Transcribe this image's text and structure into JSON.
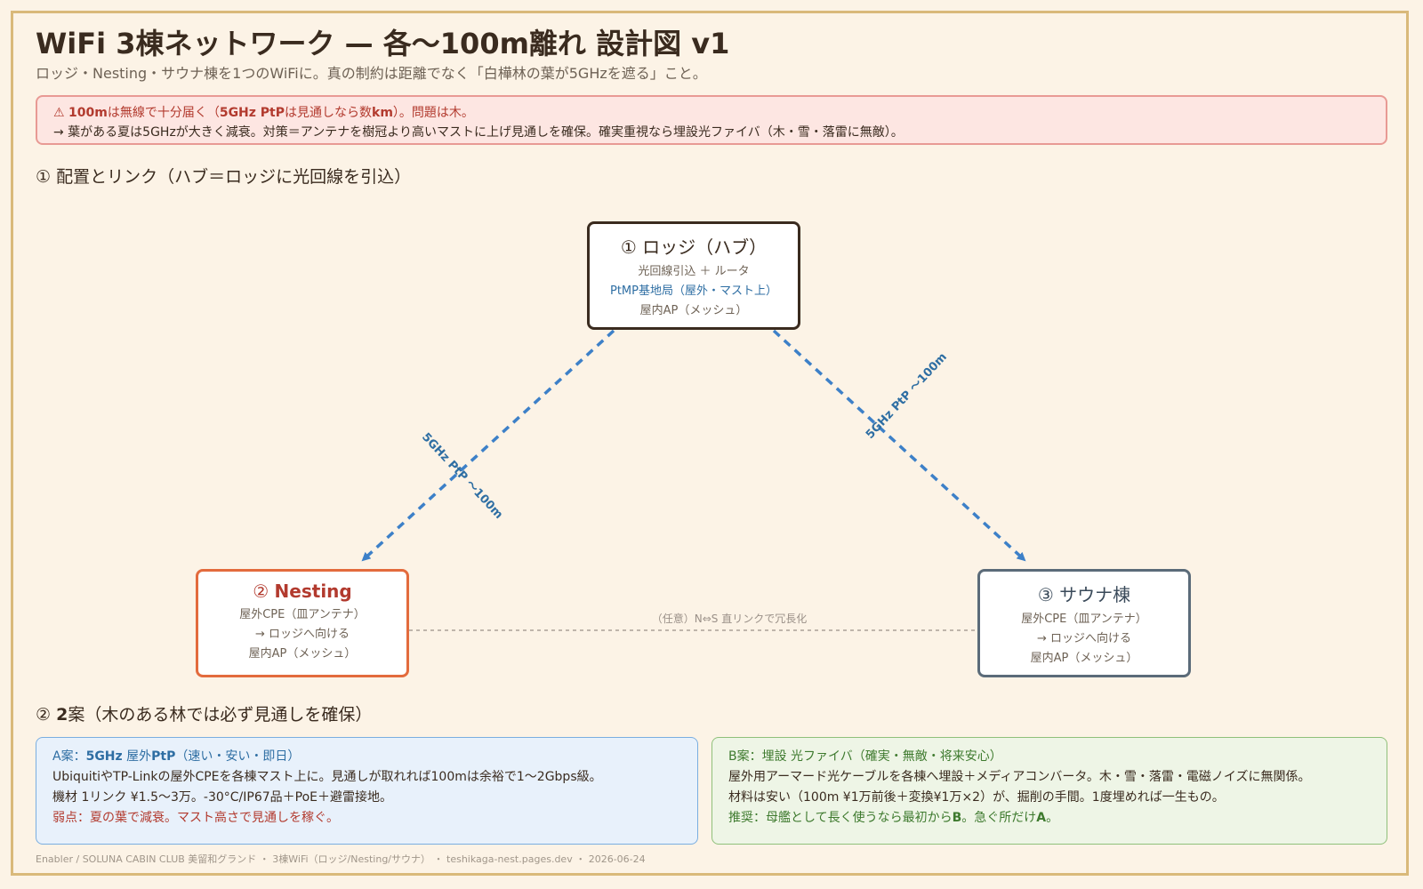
{
  "title": "WiFi 3棟ネットワーク — 各〜100m離れ 設計図 v1",
  "subtitle": "ロッジ・Nesting・サウナ棟を1つのWiFiに。真の制約は距離でなく「白樺林の葉が5GHzを遮る」こと。",
  "warning": {
    "icon": "⚠",
    "l1_a": "100m",
    "l1_b": "は無線で十分届く（",
    "l1_c": "5GHz PtP",
    "l1_d": "は見通しなら数",
    "l1_e": "km",
    "l1_f": "）。問題は木。",
    "l2": "→ 葉がある夏は5GHzが大きく減衰。対策＝アンテナを樹冠より高いマストに上げ見通しを確保。確実重視なら埋設光ファイバ（木・雪・落雷に無敵）。"
  },
  "section1": "① 配置とリンク（ハブ＝ロッジに光回線を引込）",
  "section2": {
    "num": "② ",
    "bold": "2",
    "rest": "案（木のある林では必ず見通しを確保）"
  },
  "nodes": {
    "hub": {
      "title": "① ロッジ（ハブ）",
      "l1": "光回線引込 ＋ ルータ",
      "l2": "PtMP基地局（屋外・マスト上）",
      "l3": "屋内AP（メッシュ）"
    },
    "nesting": {
      "num": "② ",
      "title": "Nesting",
      "l1": "屋外CPE（皿アンテナ）",
      "l2": "→ ロッジへ向ける",
      "l3": "屋内AP（メッシュ）"
    },
    "sauna": {
      "title": "③ サウナ棟",
      "l1": "屋外CPE（皿アンテナ）",
      "l2": "→ ロッジへ向ける",
      "l3": "屋内AP（メッシュ）"
    }
  },
  "links": {
    "left": "5GHz PtP 〜100m",
    "right": "5GHz PtP 〜100m",
    "optional": "（任意）N⇔S 直リンクで冗長化"
  },
  "plan_a": {
    "h1": "A案：",
    "h2": "5GHz",
    "h3": " 屋外",
    "h4": "PtP",
    "h5": "（速い・安い・即日）",
    "l1": "UbiquitiやTP-Linkの屋外CPEを各棟マスト上に。見通しが取れれば100mは余裕で1〜2Gbps級。",
    "l2": "機材 1リンク ¥1.5〜3万。-30°C/IP67品＋PoE＋避雷接地。",
    "weak": "弱点：夏の葉で減衰。マスト高さで見通しを稼ぐ。"
  },
  "plan_b": {
    "h1": "B案：埋設 光ファイバ（確実・無敵・将来安心）",
    "l1": "屋外用アーマード光ケーブルを各棟へ埋設＋メディアコンバータ。木・雪・落雷・電磁ノイズに無関係。",
    "l2": "材料は安い（100m ¥1万前後＋変換¥1万×2）が、掘削の手間。1度埋めれば一生もの。",
    "rec_a": "推奨：母艦として長く使うなら最初から",
    "rec_b": "B",
    "rec_c": "。急ぐ所だけ",
    "rec_d": "A",
    "rec_e": "。"
  },
  "footer": "Enabler / SOLUNA CABIN CLUB 美留和グランド ・ 3棟WiFi（ロッジ/Nesting/サウナ） ・ teshikaga-nest.pages.dev ・ 2026-06-24",
  "colors": {
    "link": "#3d80c8",
    "hub_border": "#3a2b1f",
    "nesting_border": "#e36b3d",
    "sauna_border": "#5b6b79"
  }
}
